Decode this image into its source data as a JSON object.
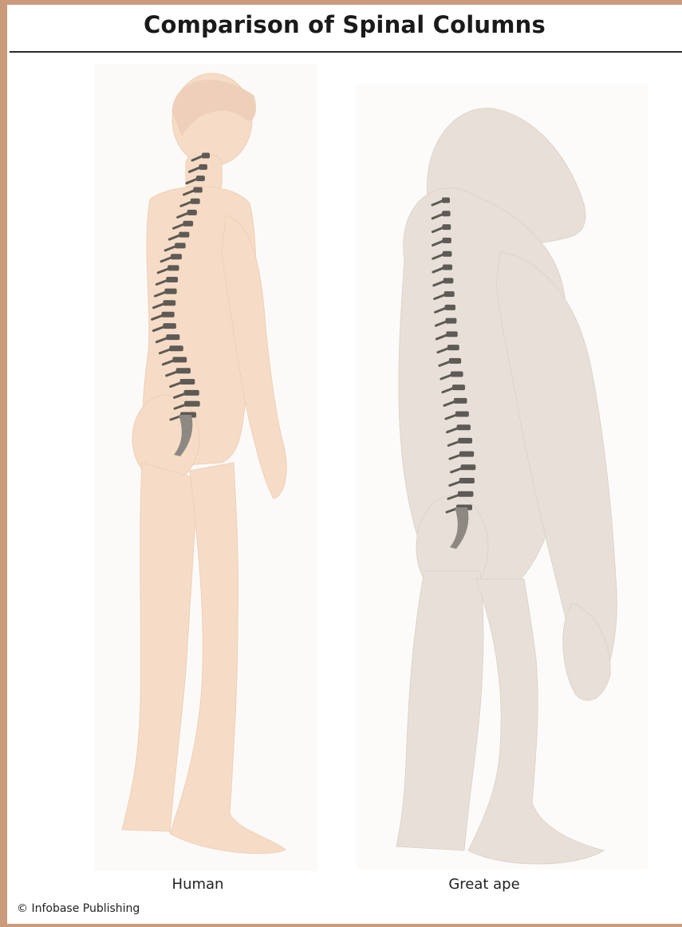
{
  "title": "Comparison of Spinal Columns",
  "figures": [
    {
      "caption": "Human",
      "depicts": "human body side view"
    },
    {
      "caption": "Great ape",
      "depicts": "great ape body side view"
    }
  ],
  "credit": "© Infobase Publishing",
  "colors": {
    "frame": "#c99a7b",
    "human_skin": "#f6dcc6",
    "ape_skin": "#e8e0d8",
    "vertebra": "#5e5a55"
  }
}
